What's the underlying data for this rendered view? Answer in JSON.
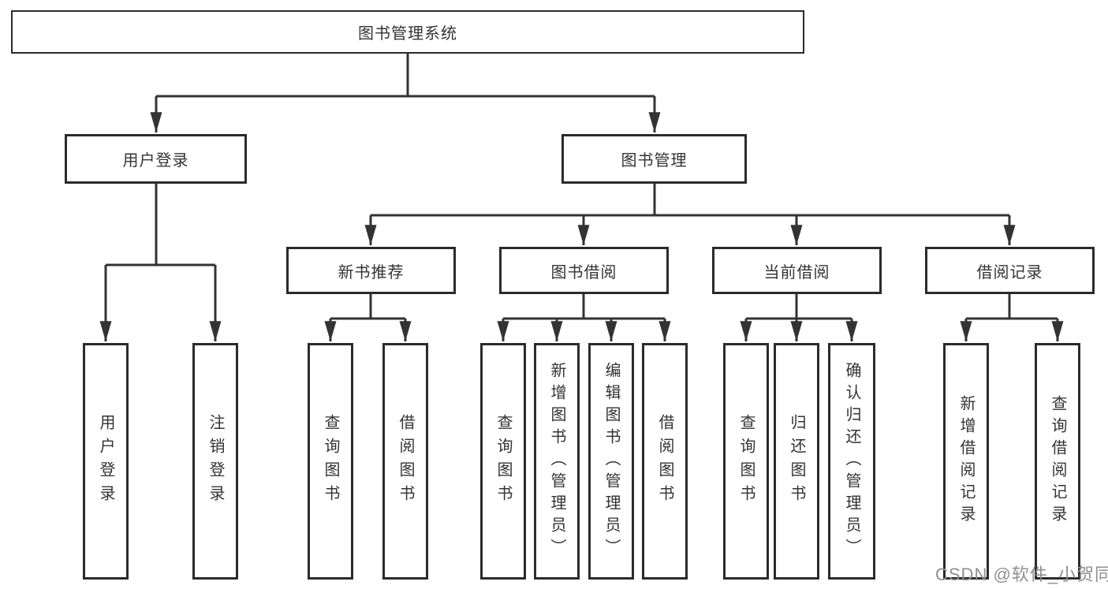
{
  "diagram": {
    "root": {
      "label": "图书管理系统"
    },
    "level2": {
      "user_login": {
        "label": "用户登录"
      },
      "book_mgmt": {
        "label": "图书管理"
      }
    },
    "level3": {
      "new_book_rec": {
        "label": "新书推荐"
      },
      "book_borrow": {
        "label": "图书借阅"
      },
      "current_borrow": {
        "label": "当前借阅"
      },
      "borrow_record": {
        "label": "借阅记录"
      }
    },
    "leaves": {
      "user_login": [
        "用户登录",
        "注销登录"
      ],
      "new_book_rec": [
        "查询图书",
        "借阅图书"
      ],
      "book_borrow": [
        "查询图书",
        "新增图书（管理员）",
        "编辑图书（管理员）",
        "借阅图书"
      ],
      "current_borrow": [
        "查询图书",
        "归还图书",
        "确认归还（管理员）"
      ],
      "borrow_record": [
        "新增借阅记录",
        "查询借阅记录"
      ]
    }
  },
  "watermark": {
    "text": "CSDN @软件_小贺同学"
  },
  "colors": {
    "line": "#333333",
    "border": "#2b2b2b",
    "text": "#333333",
    "watermark": "#8f8f8f",
    "background": "#ffffff"
  }
}
